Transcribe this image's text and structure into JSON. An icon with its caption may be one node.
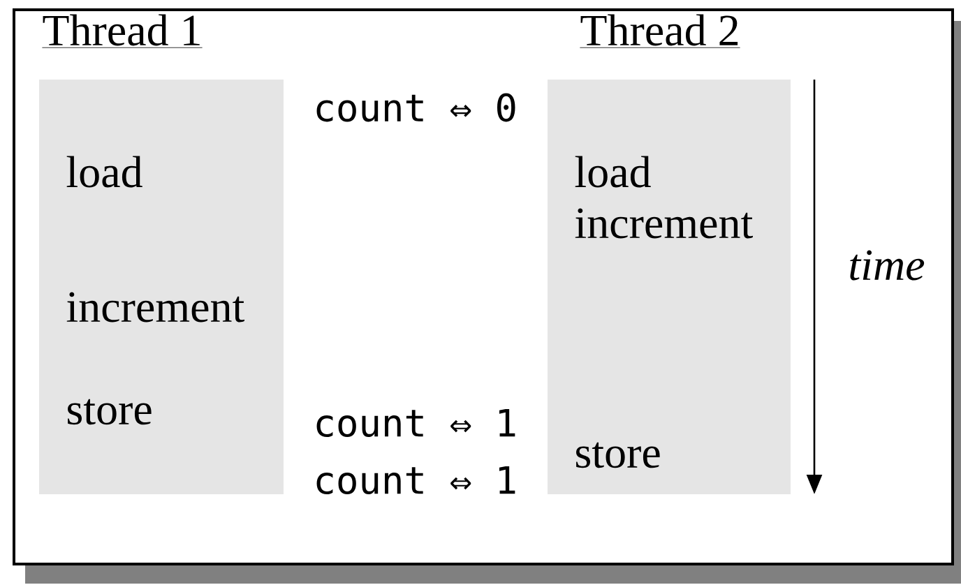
{
  "diagram": {
    "nodes": [
      {
        "text": [
          "Thread 1",
          "load",
          "increment",
          "store"
        ]
      },
      {
        "text": [
          "Thread 2",
          "load",
          "increment",
          "store"
        ]
      }
    ],
    "labels": [
      "count ⇔ 0",
      "time",
      "count ⇔ 1",
      "count ⇔ 1"
    ]
  }
}
